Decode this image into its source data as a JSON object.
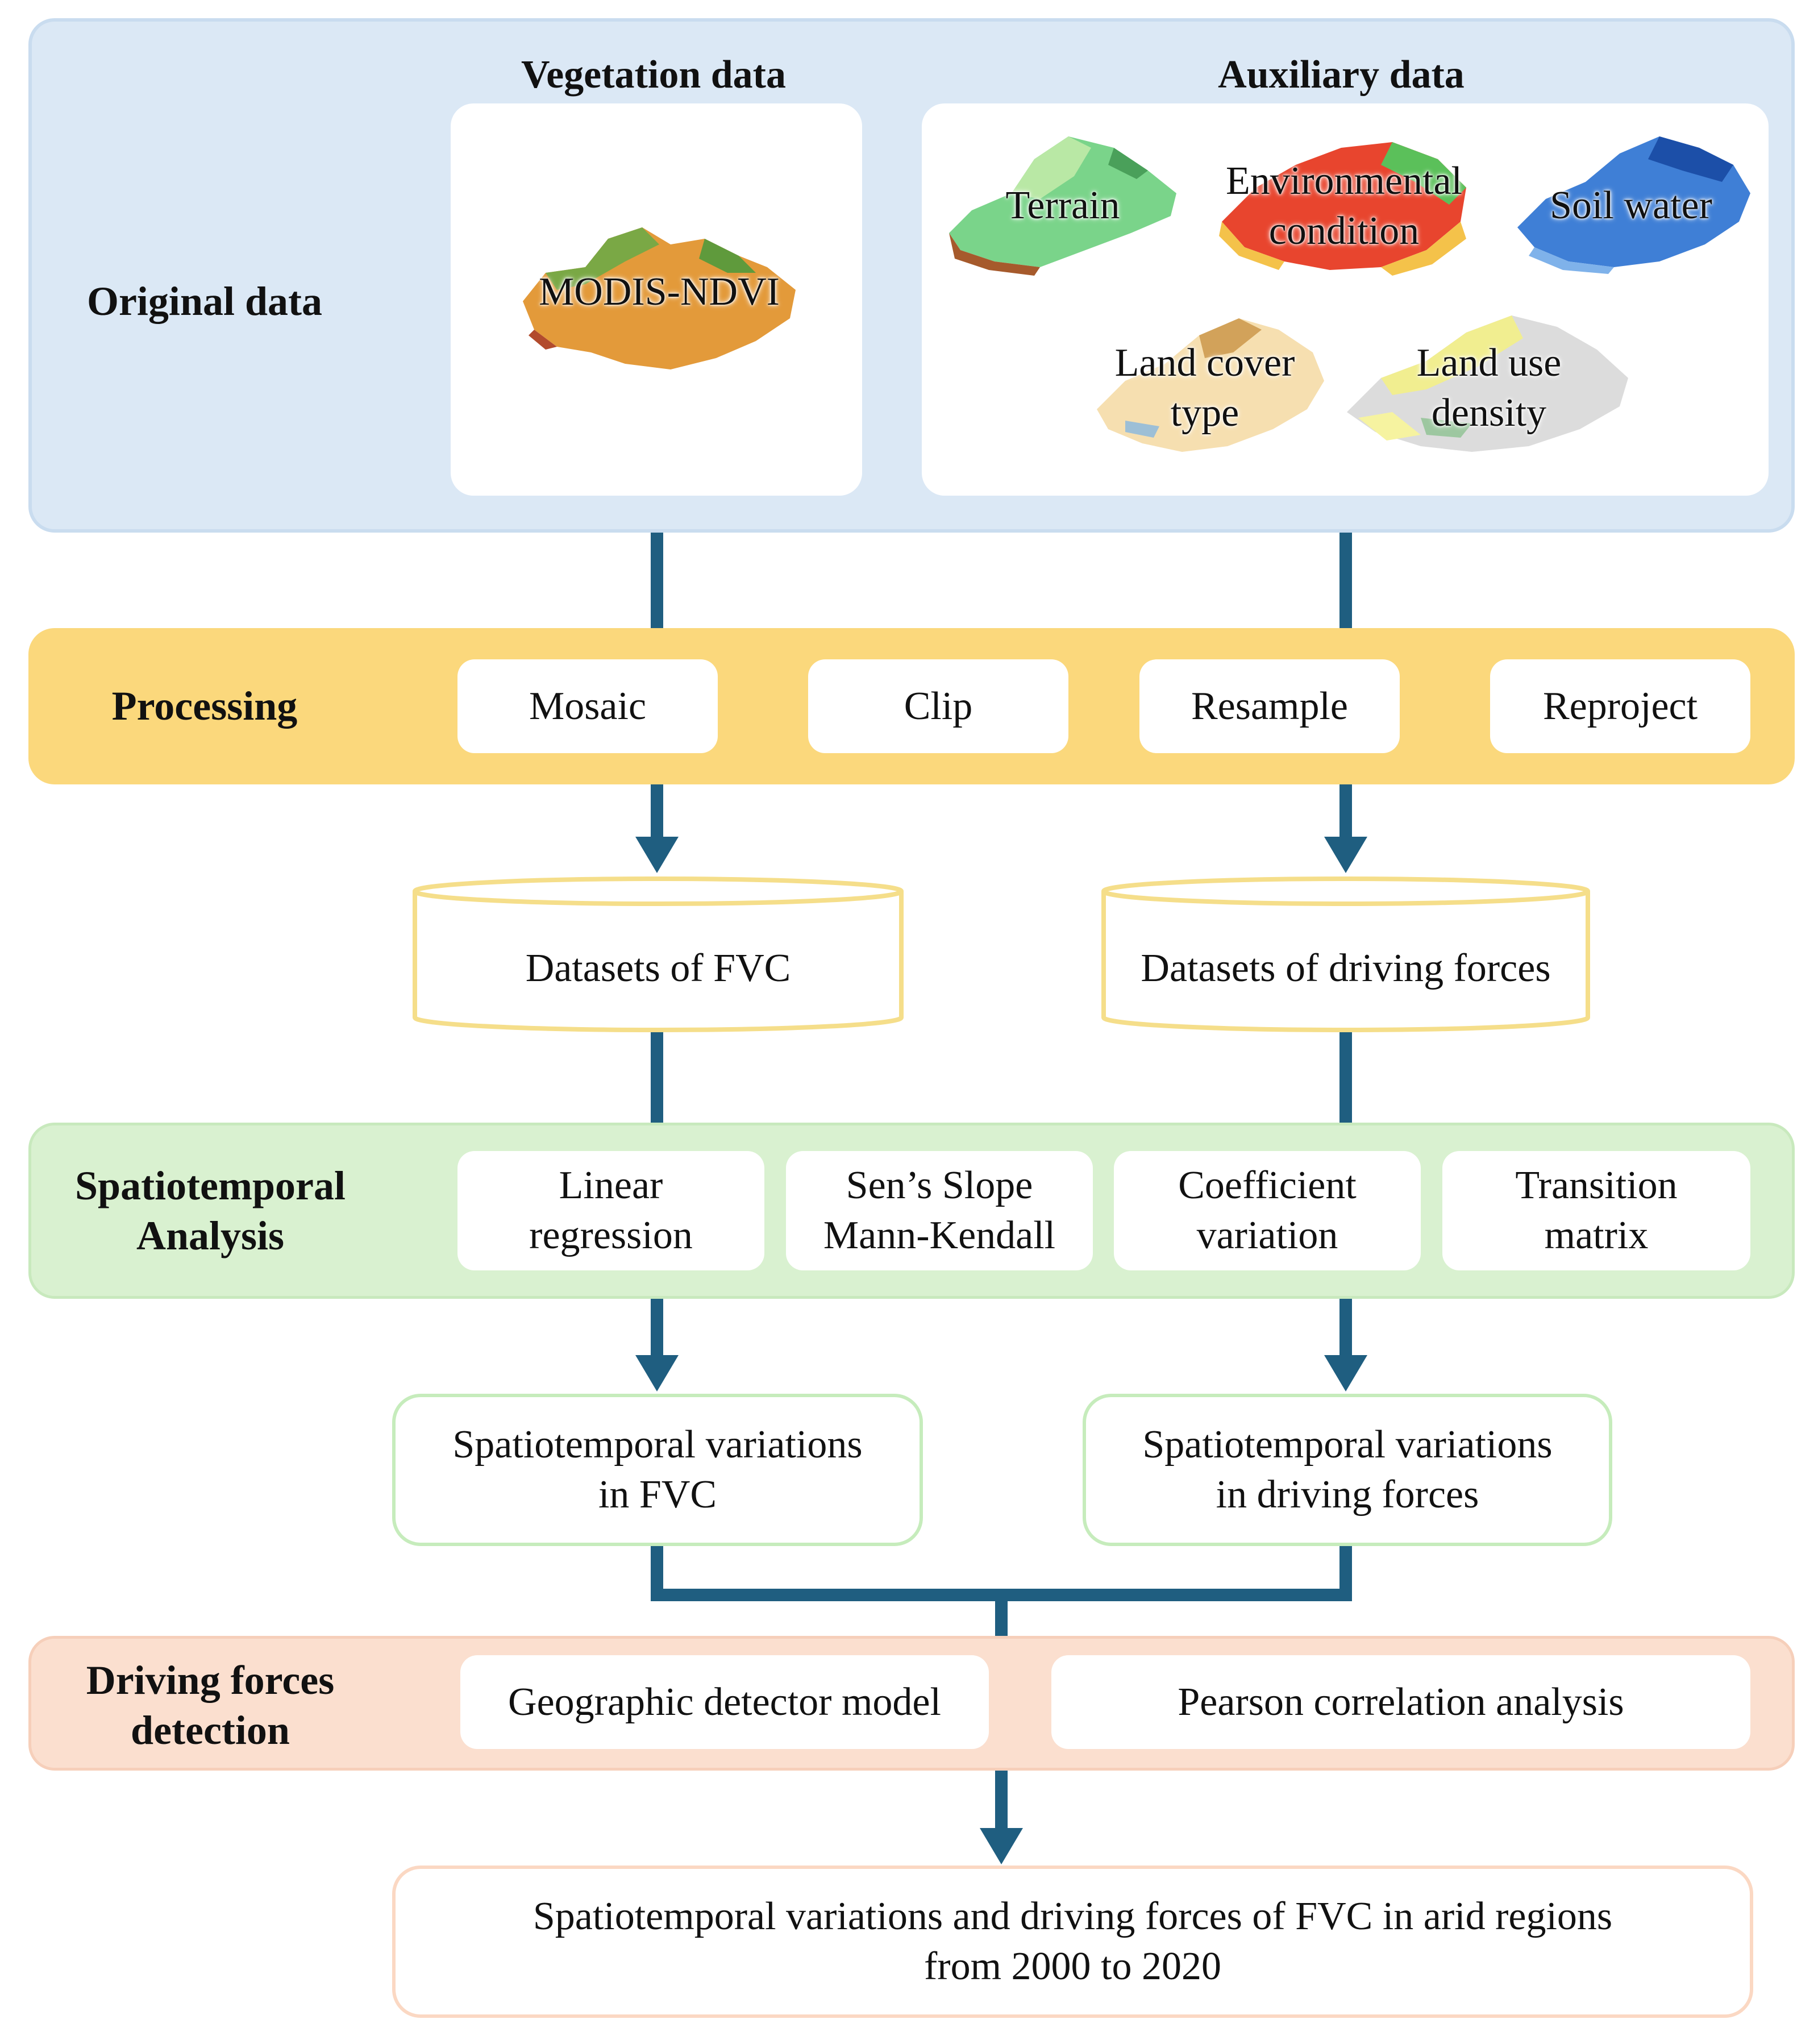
{
  "original": {
    "label": "Original data",
    "vegetation_header": "Vegetation data",
    "auxiliary_header": "Auxiliary  data",
    "ndvi_label": "MODIS-NDVI",
    "terrain_label": "Terrain",
    "env_label_1": "Environmental",
    "env_label_2": "condition",
    "soil_label": "Soil water",
    "landcover_label_1": "Land cover",
    "landcover_label_2": "type",
    "landuse_label_1": "Land  use",
    "landuse_label_2": "density"
  },
  "processing": {
    "label": "Processing",
    "steps": [
      "Mosaic",
      "Clip",
      "Resample",
      "Reproject"
    ]
  },
  "datasets": {
    "fvc": "Datasets of FVC",
    "driving": "Datasets of driving forces"
  },
  "analysis": {
    "label_1": "Spatiotemporal",
    "label_2": "Analysis",
    "methods": [
      {
        "line1": "Linear",
        "line2": "regression"
      },
      {
        "line1": "Sen’s Slope",
        "line2": "Mann-Kendall"
      },
      {
        "line1": "Coefficient",
        "line2": "variation"
      },
      {
        "line1": "Transition",
        "line2": "matrix"
      }
    ]
  },
  "variations": {
    "fvc_1": "Spatiotemporal variations",
    "fvc_2": "in FVC",
    "driving_1": "Spatiotemporal variations",
    "driving_2": "in  driving forces"
  },
  "detection": {
    "label_1": "Driving  forces",
    "label_2": "detection",
    "geo": "Geographic  detector model",
    "pearson": "Pearson correlation analysis"
  },
  "result": {
    "line1": "Spatiotemporal variations and driving  forces of FVC in arid regions",
    "line2": "from 2000 to 2020"
  },
  "colors": {
    "blue_band": "#dbe8f5",
    "yellow_band": "#fbd87c",
    "green_band": "#d9f1d0",
    "pink_band": "#fbdfcf",
    "connector": "#1f5e80"
  }
}
